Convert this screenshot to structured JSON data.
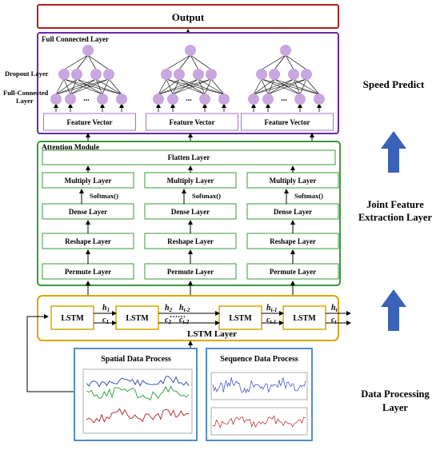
{
  "output": {
    "label": "Output"
  },
  "fc_section": {
    "title": "Full Connected Layer",
    "dropout_label": "Dropout Layer",
    "fc_label_line1": "Full-Connected",
    "fc_label_line2": "Layer",
    "ellipsis": "...",
    "feature_vector_label": "Feature Vector"
  },
  "attention": {
    "title": "Attention  Module",
    "flatten": "Flatten Layer",
    "multiply": "Multiply Layer",
    "softmax": "Softmax()",
    "dense": "Dense Layer",
    "reshape": "Reshape Layer",
    "permute": "Permute Layer"
  },
  "lstm": {
    "cell_label": "LSTM",
    "layer_label": "LSTM   Layer",
    "dots": "……",
    "h_labels": [
      "h",
      "h",
      "h",
      "h",
      "h"
    ],
    "h_subs": [
      "1",
      "2",
      "t-2",
      "t-1",
      "t"
    ],
    "c_labels": [
      "c",
      "c",
      "c",
      "c",
      "c"
    ],
    "c_subs": [
      "1",
      "2",
      "t-2",
      "t-1",
      "t"
    ]
  },
  "data_process": {
    "spatial_title": "Spatial Data Process",
    "sequence_title": "Sequence Data Process"
  },
  "right_labels": {
    "speed_predict": "Speed Predict",
    "joint_line1": "Joint Feature",
    "joint_line2": "Extraction Layer",
    "data_line1": "Data Processing",
    "data_line2": "Layer"
  },
  "colors": {
    "output_border": "#b02020",
    "fc_border": "#6a2aa0",
    "attention_border": "#3a9a3a",
    "lstm_border": "#d4a800",
    "data_border": "#4f8fd0",
    "node_fill": "#c9a6e0",
    "up_arrow": "#3a62b8"
  }
}
